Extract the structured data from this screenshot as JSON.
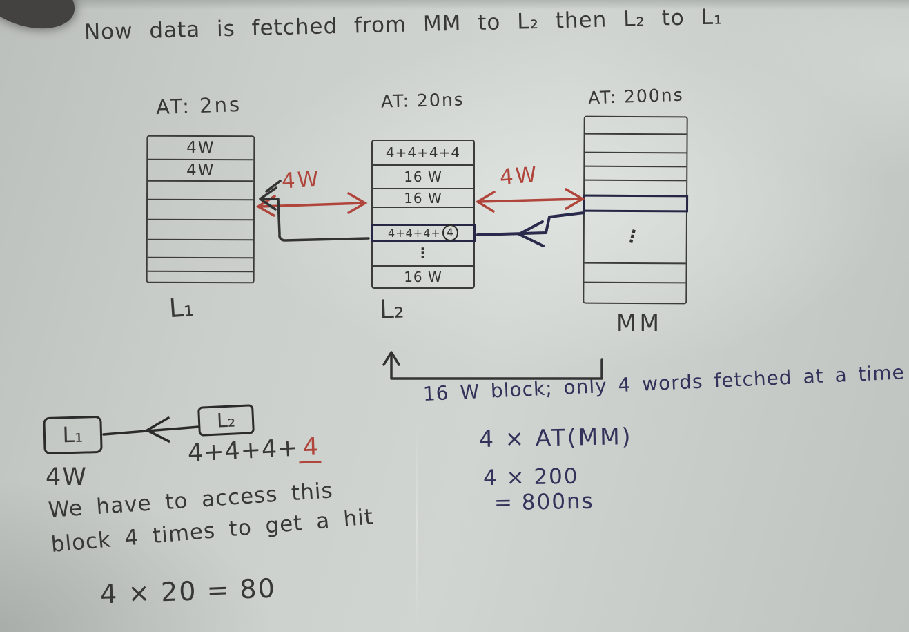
{
  "colors": {
    "black_ink": "#383838",
    "red_ink": "#b0453c",
    "navy_ink": "#32325a",
    "paper": "#cbcfcb"
  },
  "title": "Now data is fetched from MM to L₂ then L₂ to L₁",
  "l1": {
    "access_time": "AT: 2ns",
    "label": "L₁",
    "rows": [
      "4W",
      "4W",
      "",
      "",
      "",
      "",
      "",
      ""
    ]
  },
  "l2": {
    "access_time": "AT: 20ns",
    "label": "L₂",
    "rows": [
      "4+4+4+4",
      "16 W",
      "16 W",
      "",
      "",
      "⋮",
      "16 W"
    ],
    "highlighted": {
      "prefix": "4+4+4+",
      "circled": "4"
    }
  },
  "mm": {
    "access_time": "AT: 200ns",
    "label": "MM",
    "dots": "⋮"
  },
  "transfer_labels": {
    "l1_l2": "4W",
    "l2_mm": "4W"
  },
  "bracket_note": "16 W block; only 4 words fetched at a time",
  "mm_calc": {
    "line1": "4 × AT(MM)",
    "line2": "4 × 200",
    "line3": "= 800ns"
  },
  "summary": {
    "l1_box": "L₁",
    "l2_box": "L₂",
    "sum_black": "4+4+4+",
    "sum_red": "4",
    "l1_words": "4W",
    "note_line1": "We have to access this",
    "note_line2": "block 4 times to get a hit",
    "l2_calc": "4 × 20 = 80"
  }
}
